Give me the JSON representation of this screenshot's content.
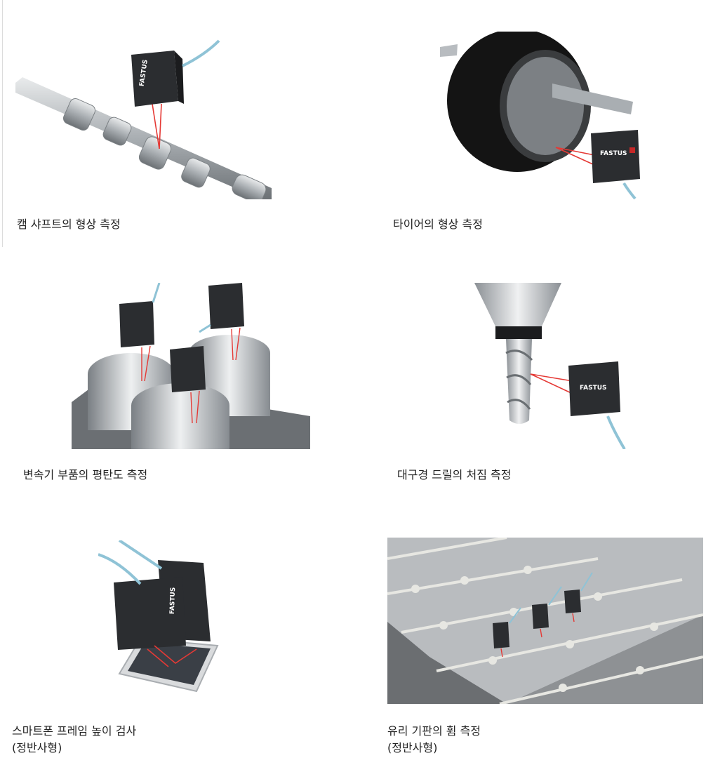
{
  "sensor_brand": "FASTUS",
  "items": [
    {
      "caption": "캠 샤프트의 형상 측정"
    },
    {
      "caption": "타이어의 형상 측정"
    },
    {
      "caption": "변속기 부품의 평탄도 측정"
    },
    {
      "caption": "대구경 드릴의 처짐 측정"
    },
    {
      "caption": "스마트폰 프레임 높이 검사",
      "note": "(정반사형)"
    },
    {
      "caption": "유리 기판의 휨 측정",
      "note": "(정반사형)"
    }
  ],
  "colors": {
    "laser": "#e53935",
    "sensor_body": "#2b2d30",
    "cable": "#8fc3d6",
    "metal": "#b8bcc0"
  }
}
